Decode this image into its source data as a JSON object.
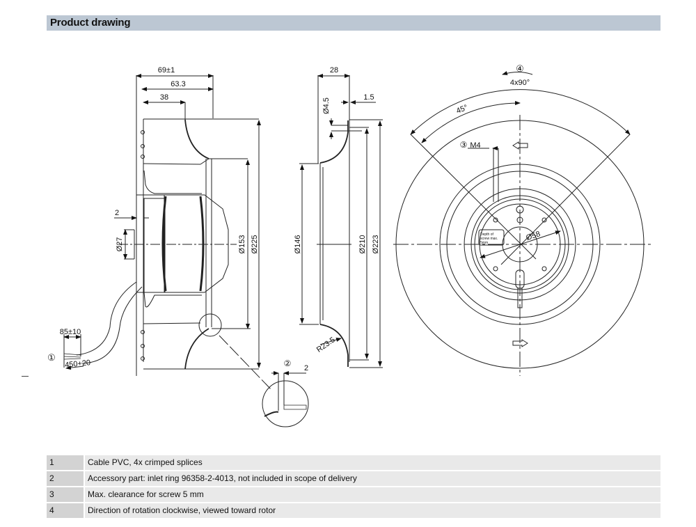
{
  "header": {
    "title": "Product drawing"
  },
  "drawing": {
    "side_view": {
      "dims": {
        "overall_width": "69±1",
        "width_63": "63.3",
        "width_38": "38",
        "gap_2": "2",
        "shaft_dia": "Ø27",
        "dia_153": "Ø153",
        "dia_225": "Ø225",
        "cable_85": "85±10",
        "cable_450": "450+20"
      },
      "callout_1": "①"
    },
    "inlet_ring_view": {
      "dims": {
        "depth_28": "28",
        "hole_dia": "Ø4.5",
        "thickness": "1.5",
        "dia_146": "Ø146",
        "dia_210": "Ø210",
        "dia_223": "Ø223",
        "radius": "R23.5"
      }
    },
    "detail_view": {
      "callout_2": "②",
      "gap": "2"
    },
    "front_view": {
      "callout_4": "④",
      "pattern": "4x90°",
      "angle": "45°",
      "callout_3": "③",
      "thread": "M4",
      "dia_58": "Ø58",
      "note_line1": "Depth of",
      "note_line2": "screw max.",
      "note_line3": "5mm"
    }
  },
  "notes": [
    {
      "number": "1",
      "text": "Cable PVC, 4x crimped splices"
    },
    {
      "number": "2",
      "text": "Accessory part: inlet ring 96358-2-4013, not included in scope of delivery"
    },
    {
      "number": "3",
      "text": "Max. clearance for screw 5 mm"
    },
    {
      "number": "4",
      "text": "Direction of rotation clockwise, viewed toward rotor"
    }
  ]
}
